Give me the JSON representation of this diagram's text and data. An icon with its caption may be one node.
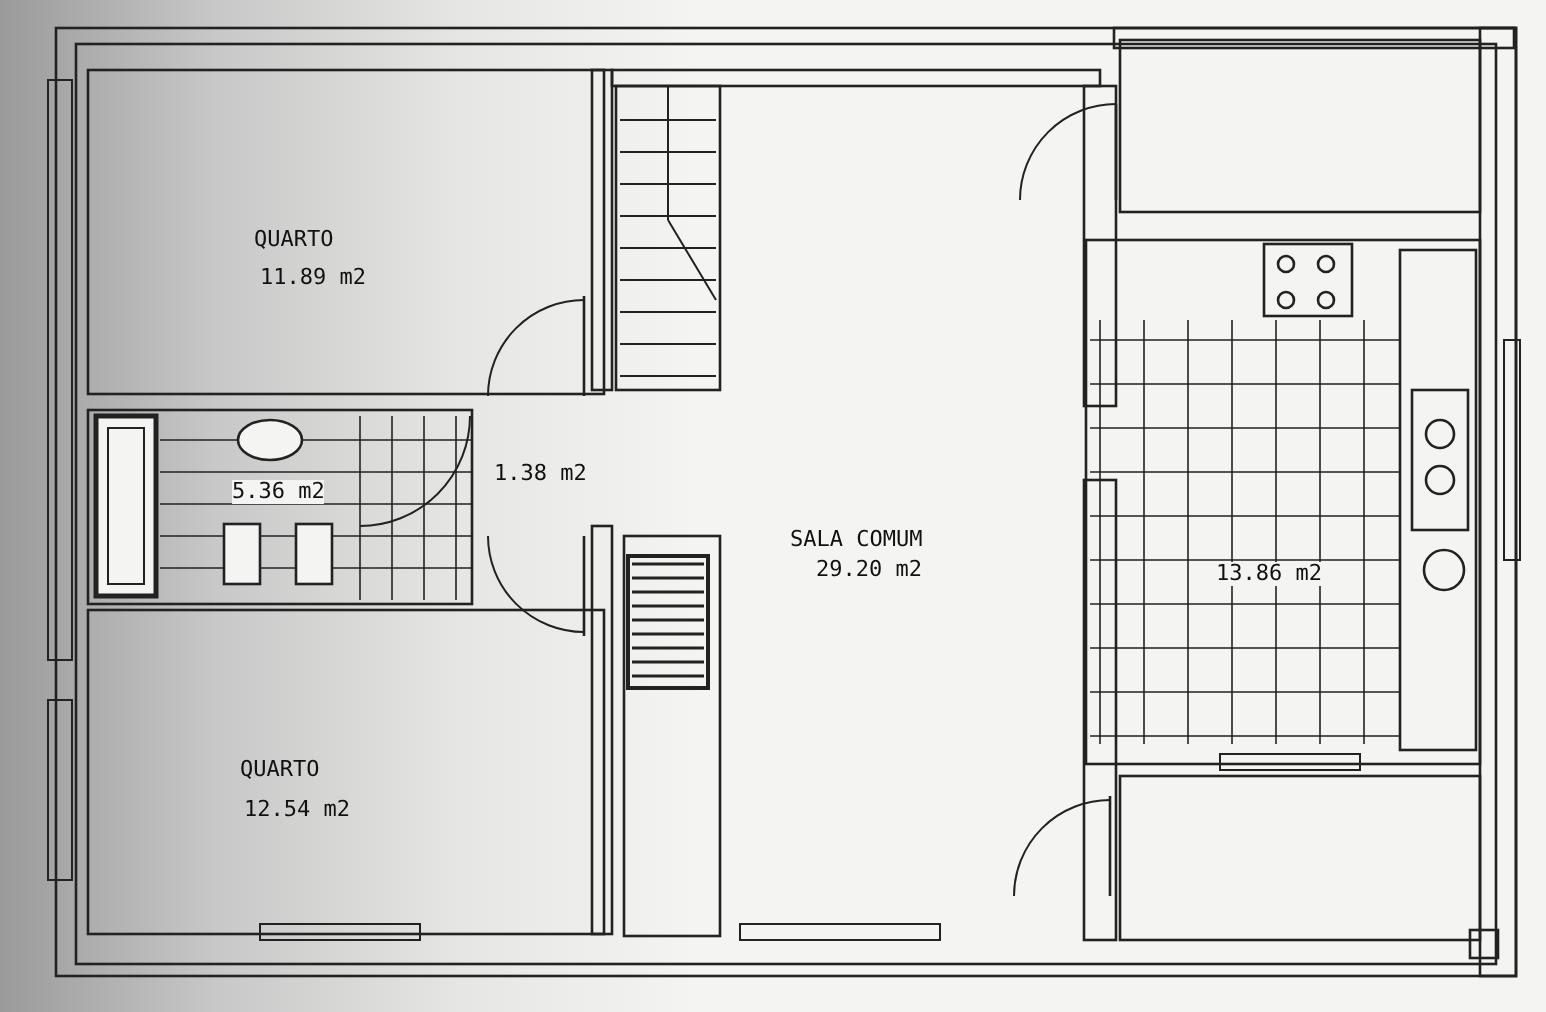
{
  "diagram": {
    "labels": [
      "QUARTO",
      "11.89 m2",
      "5.36 m2",
      "1.38 m2",
      "SALA COMUM",
      "29.20 m2",
      "13.86 m2",
      "QUARTO",
      "12.54 m2"
    ]
  }
}
